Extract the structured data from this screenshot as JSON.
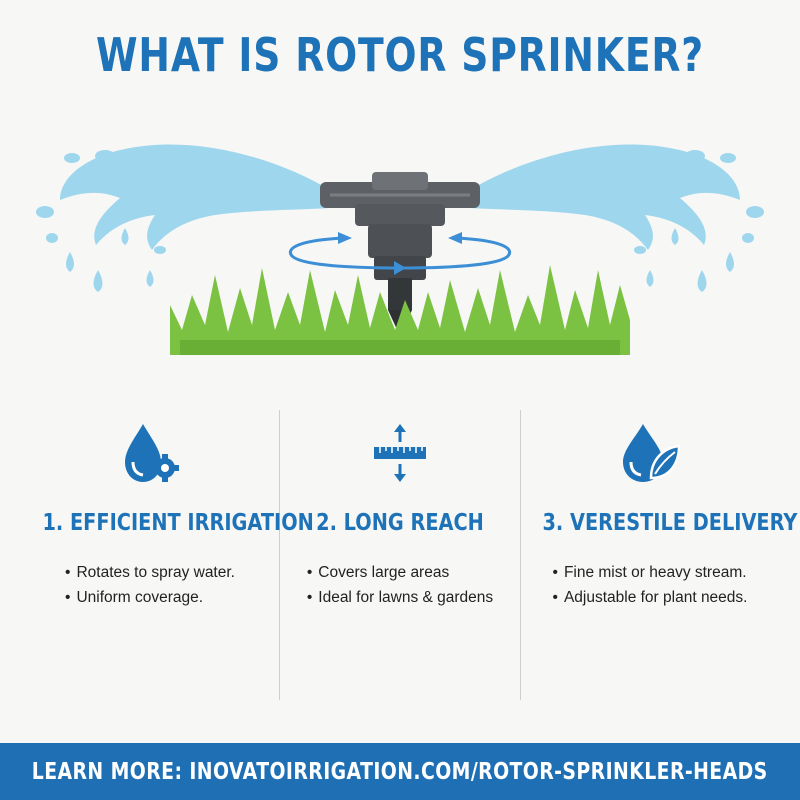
{
  "title": "WHAT IS ROTOR SPRINKER?",
  "colors": {
    "accent": "#1e73b8",
    "water": "#9ed6ee",
    "grass": "#7cc242",
    "footer_bg": "#1f6fb5"
  },
  "features": [
    {
      "icon": "water-drop-gear-icon",
      "heading": "1. EFFICIENT IRRIGATION",
      "bullets": [
        "Rotates to spray water.",
        "Uniform coverage."
      ]
    },
    {
      "icon": "reach-measure-icon",
      "heading": "2. LONG REACH",
      "bullets": [
        "Covers large areas",
        "Ideal for lawns & gardens"
      ]
    },
    {
      "icon": "water-drop-leaf-icon",
      "heading": "3. VERESTILE DELIVERY",
      "bullets": [
        "Fine mist or heavy stream.",
        "Adjustable for plant needs."
      ]
    }
  ],
  "footer": {
    "text": "LEARN MORE: INOVATOIRRIGATION.COM/ROTOR-SPRINKLER-HEADS"
  }
}
